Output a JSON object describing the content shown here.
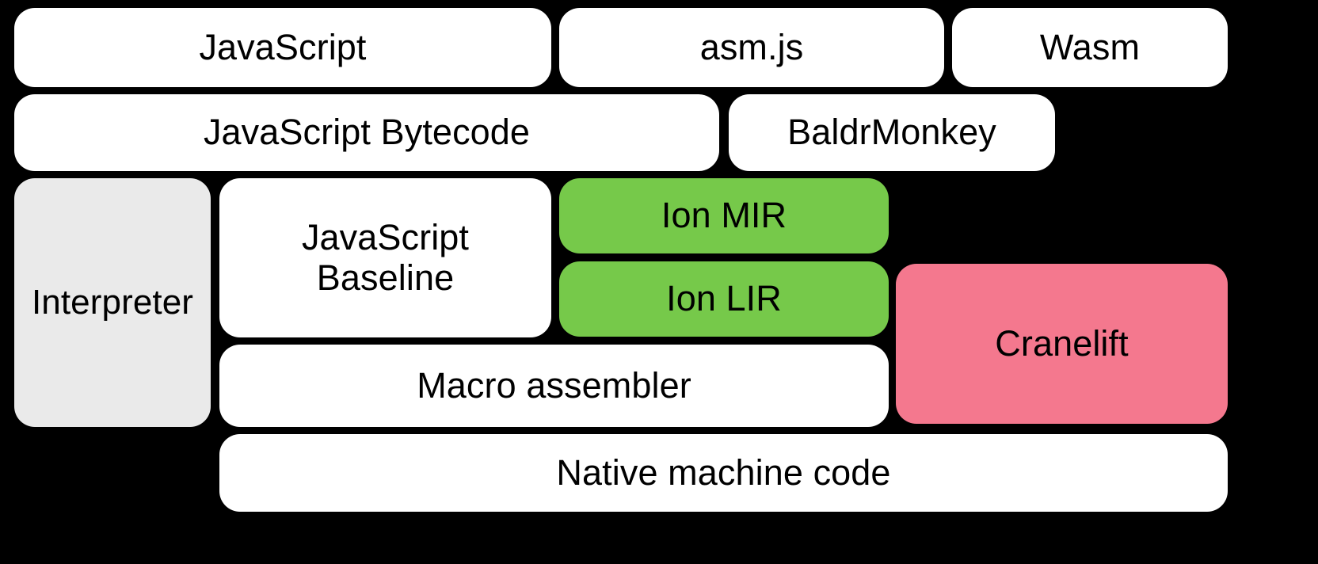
{
  "diagram": {
    "title": "SpiderMonkey compilation pipeline",
    "background_color": "#000000",
    "palette": {
      "white": "#FFFFFF",
      "gray": "#EAEAEA",
      "green": "#76C94A",
      "pink": "#F4788E",
      "text": "#000000"
    },
    "rows": [
      {
        "name": "source-languages",
        "nodes": [
          {
            "id": "javascript",
            "label": "JavaScript",
            "fill": "#FFFFFF"
          },
          {
            "id": "asmjs",
            "label": "asm.js",
            "fill": "#FFFFFF"
          },
          {
            "id": "wasm",
            "label": "Wasm",
            "fill": "#FFFFFF"
          }
        ]
      },
      {
        "name": "front-ends",
        "nodes": [
          {
            "id": "js-bytecode",
            "label": "JavaScript Bytecode",
            "fill": "#FFFFFF"
          },
          {
            "id": "baldrmonkey",
            "label": "BaldrMonkey",
            "fill": "#FFFFFF"
          }
        ]
      },
      {
        "name": "execution-tiers",
        "nodes": [
          {
            "id": "interpreter",
            "label": "Interpreter",
            "fill": "#EAEAEA"
          },
          {
            "id": "js-baseline",
            "label": "JavaScript\nBaseline",
            "fill": "#FFFFFF"
          },
          {
            "id": "ion-mir",
            "label": "Ion MIR",
            "fill": "#76C94A"
          },
          {
            "id": "ion-lir",
            "label": "Ion LIR",
            "fill": "#76C94A"
          },
          {
            "id": "cranelift",
            "label": "Cranelift",
            "fill": "#F4788E"
          },
          {
            "id": "macro-assembler",
            "label": "Macro assembler",
            "fill": "#FFFFFF"
          }
        ]
      },
      {
        "name": "output",
        "nodes": [
          {
            "id": "native-code",
            "label": "Native machine code",
            "fill": "#FFFFFF"
          }
        ]
      }
    ]
  }
}
